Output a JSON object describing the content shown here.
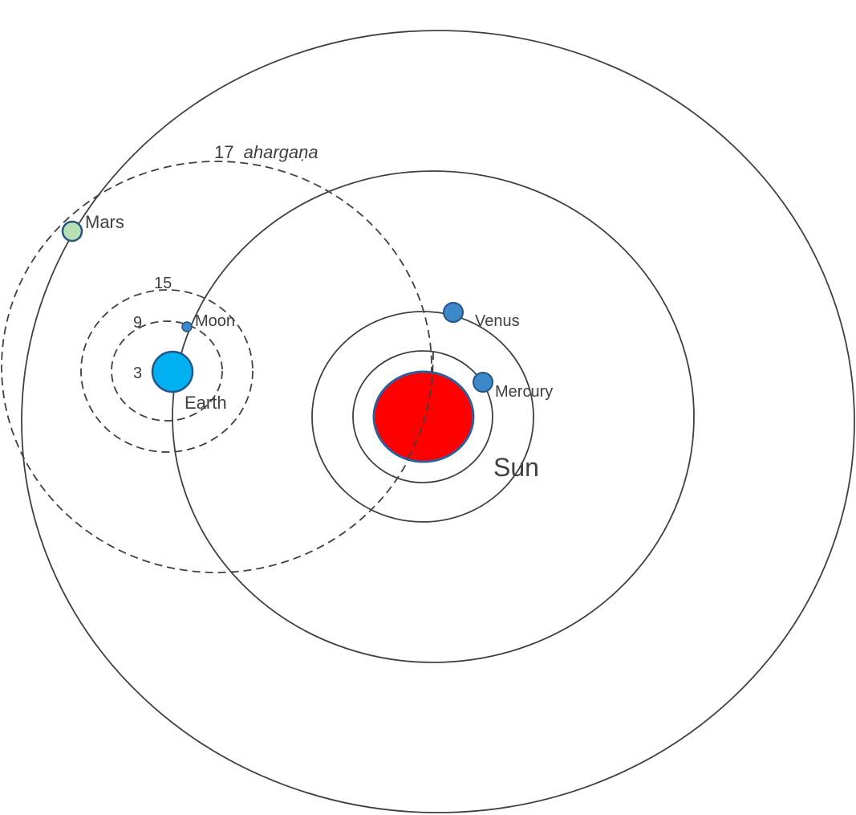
{
  "labels": {
    "mars": "Mars",
    "moon": "Moon",
    "earth": "Earth",
    "venus": "Venus",
    "mercury": "Mercury",
    "sun": "Sun",
    "ring_3": "3",
    "ring_9": "9",
    "ring_15": "15",
    "ahargana_count": "17",
    "ahargana_word": "ahargaṇa"
  },
  "colors": {
    "sun_fill": "#ff0000",
    "sun_stroke": "#2e5f9a",
    "earth_fill": "#00b0f0",
    "planet_fill": "#3d88c8",
    "planet_stroke": "#24558a",
    "mars_fill": "#b9e0b4",
    "orbit_stroke": "#404040"
  }
}
